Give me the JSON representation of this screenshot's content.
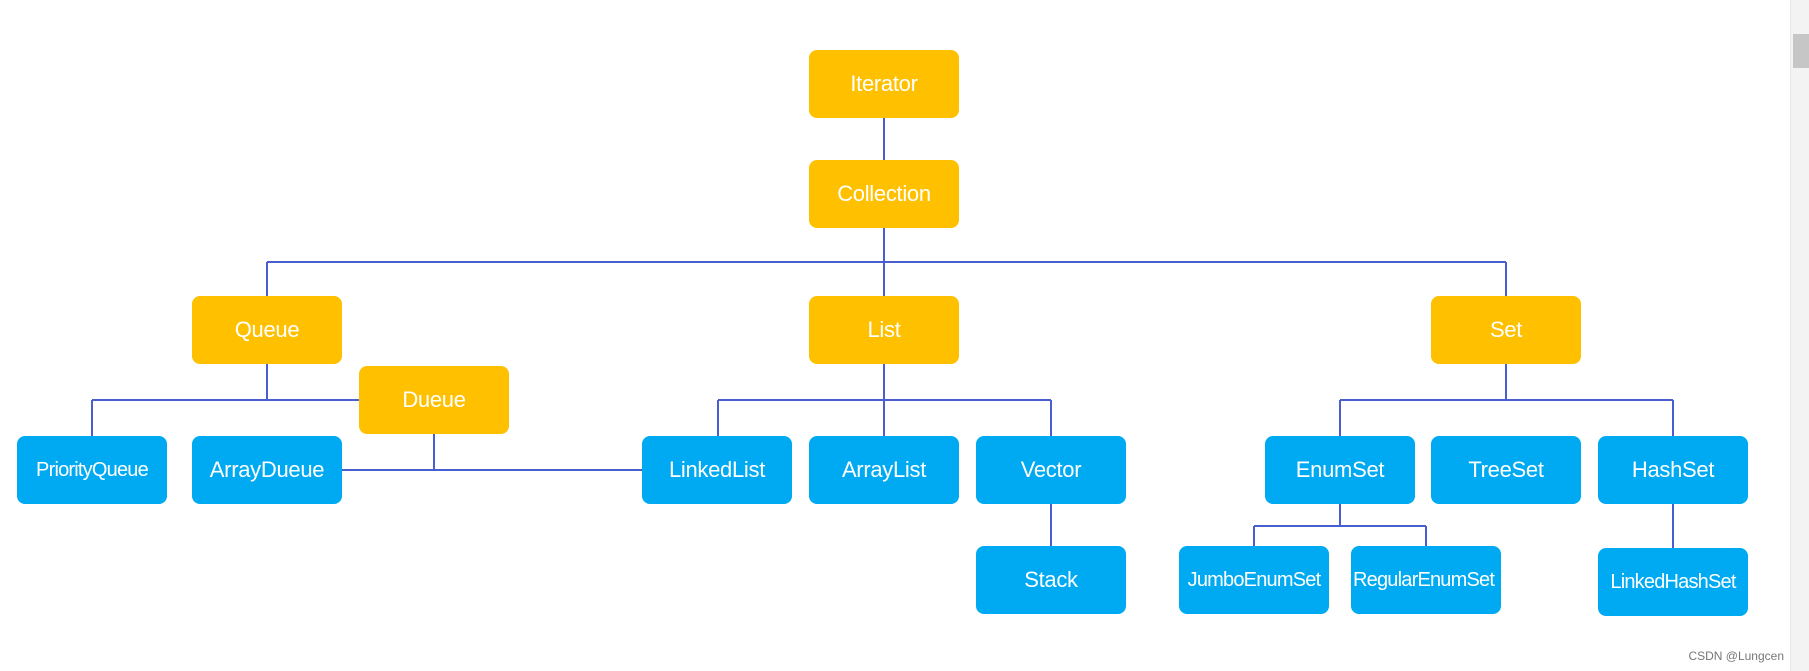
{
  "colors": {
    "interface": "#ffc000",
    "class": "#00aaf2",
    "connector": "#4a5fcf"
  },
  "nodes": {
    "iterator": "Iterator",
    "collection": "Collection",
    "queue": "Queue",
    "list": "List",
    "set": "Set",
    "dueue": "Dueue",
    "priorityqueue": "PriorityQueue",
    "arraydueue": "ArrayDueue",
    "linkedlist": "LinkedList",
    "arraylist": "ArrayList",
    "vector": "Vector",
    "stack": "Stack",
    "enumset": "EnumSet",
    "treeset": "TreeSet",
    "hashset": "HashSet",
    "jumboenumset": "JumboEnumSet",
    "regularenumset": "RegularEnumSet",
    "linkedhashset": "LinkedHashSet"
  },
  "watermark": "CSDN @Lungcen"
}
